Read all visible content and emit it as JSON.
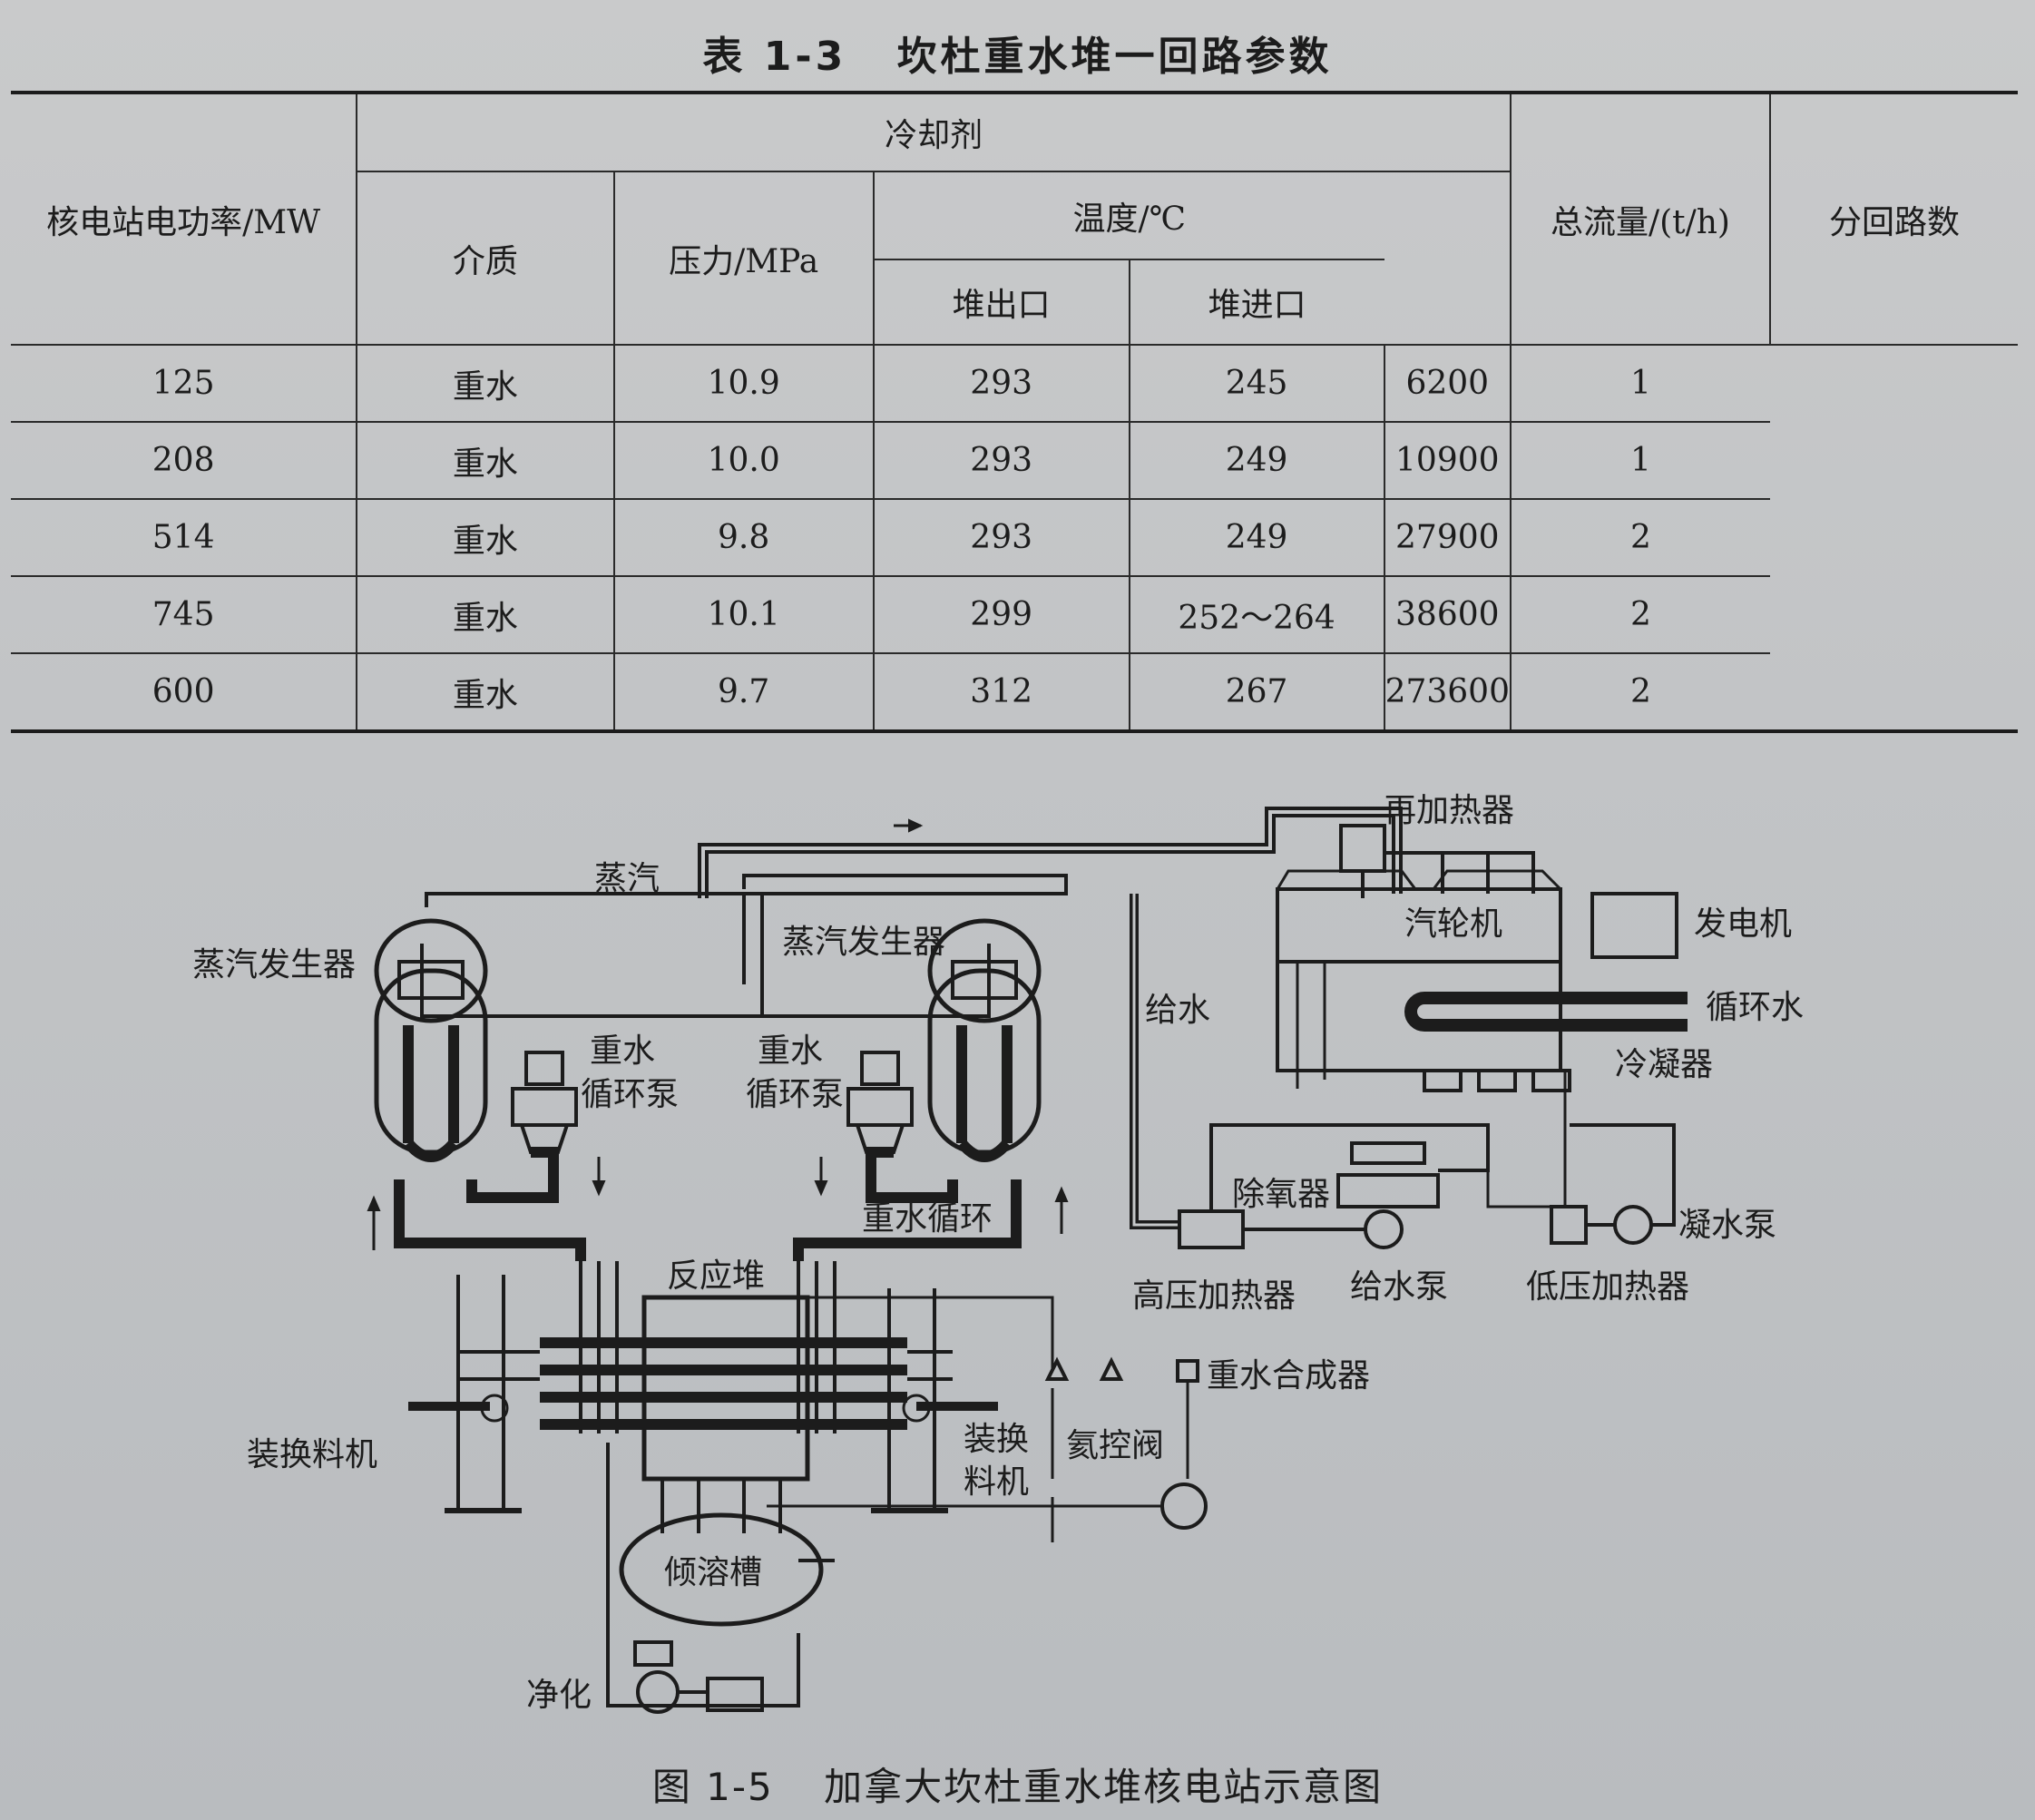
{
  "table": {
    "number": "表 1-3",
    "title": "坎杜重水堆一回路参数",
    "headers": {
      "power": "核电站电功率/MW",
      "coolant": "冷却剂",
      "medium": "介质",
      "pressure": "压力/MPa",
      "temperature": "温度/℃",
      "outlet": "堆出口",
      "inlet": "堆进口",
      "flow": "总流量/(t/h)",
      "loops": "分回路数"
    },
    "rows": [
      {
        "power": "125",
        "medium": "重水",
        "pressure": "10.9",
        "outlet": "293",
        "inlet": "245",
        "flow": "6200",
        "loops": "1"
      },
      {
        "power": "208",
        "medium": "重水",
        "pressure": "10.0",
        "outlet": "293",
        "inlet": "249",
        "flow": "10900",
        "loops": "1"
      },
      {
        "power": "514",
        "medium": "重水",
        "pressure": "9.8",
        "outlet": "293",
        "inlet": "249",
        "flow": "27900",
        "loops": "2"
      },
      {
        "power": "745",
        "medium": "重水",
        "pressure": "10.1",
        "outlet": "299",
        "inlet": "252～264",
        "flow": "38600",
        "loops": "2"
      },
      {
        "power": "600",
        "medium": "重水",
        "pressure": "9.7",
        "outlet": "312",
        "inlet": "267",
        "flow": "273600",
        "loops": "2"
      }
    ]
  },
  "figure": {
    "number": "图 1-5",
    "caption": "加拿大坎杜重水堆核电站示意图",
    "labels": {
      "reheater": "再加热器",
      "steam": "蒸汽",
      "turbine": "汽轮机",
      "generator": "发电机",
      "steam_gen_left": "蒸汽发生器",
      "steam_gen_right": "蒸汽发生器",
      "feedwater": "给水",
      "cooling_water": "循环水",
      "condenser": "冷凝器",
      "hw_pump_left_1": "重水",
      "hw_pump_left_2": "循环泵",
      "hw_pump_right_1": "重水",
      "hw_pump_right_2": "循环泵",
      "hw_loop": "重水循环",
      "deaerator": "除氧器",
      "condensate_pump": "凝水泵",
      "reactor": "反应堆",
      "hp_heater": "高压加热器",
      "feed_pump": "给水泵",
      "lp_heater": "低压加热器",
      "d2_recombiner": "重水合成器",
      "fuel_machine_left": "装换料机",
      "fuel_machine_right_1": "装换",
      "fuel_machine_right_2": "料机",
      "helium_valve": "氦控阀",
      "dump_tank": "倾溶槽",
      "purification": "净化"
    }
  },
  "colors": {
    "ink": "#1c1c1c",
    "paper": "#c5c7c9"
  }
}
